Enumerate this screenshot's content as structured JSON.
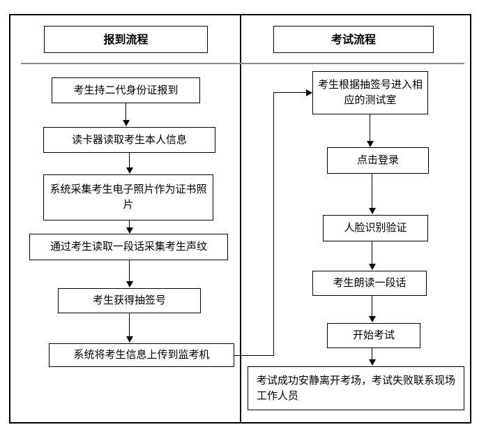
{
  "diagram": {
    "title_left": "报到流程",
    "title_right": "考试流程",
    "lanes": [
      {
        "name": "registration",
        "header": "报到流程",
        "steps": [
          {
            "id": "l1",
            "label": "考生持二代身份证报到"
          },
          {
            "id": "l2",
            "label": "读卡器读取考生本人信息"
          },
          {
            "id": "l3",
            "label": "系统采集考生电子照片作为证书照片"
          },
          {
            "id": "l4",
            "label": "通过考生读取一段话采集考生声纹"
          },
          {
            "id": "l5",
            "label": "考生获得抽签号"
          },
          {
            "id": "l6",
            "label": "系统将考生信息上传到监考机"
          }
        ]
      },
      {
        "name": "examination",
        "header": "考试流程",
        "steps": [
          {
            "id": "r1",
            "label": "考生根据抽签号进入相应的测试室"
          },
          {
            "id": "r2",
            "label": "点击登录"
          },
          {
            "id": "r3",
            "label": "人脸识别验证"
          },
          {
            "id": "r4",
            "label": "考生朗读一段话"
          },
          {
            "id": "r5",
            "label": "开始考试"
          },
          {
            "id": "r6",
            "label": "考试成功安静离开考场，考试失败联系现场工作人员"
          }
        ]
      }
    ],
    "colors": {
      "stroke": "#000000",
      "separator": "#8a8a8a",
      "background": "#ffffff"
    }
  }
}
